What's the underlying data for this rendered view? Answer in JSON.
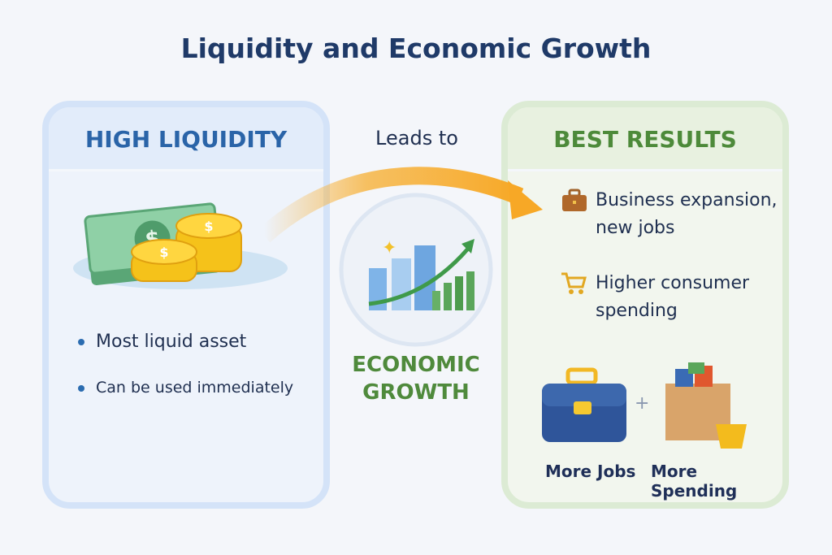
{
  "title": "Liquidity and Economic Growth",
  "left": {
    "heading": "HIGH LIQUIDITY",
    "bullets": [
      "Most liquid asset",
      "Can be used immediately"
    ],
    "icon": "cash-and-coins-icon"
  },
  "center": {
    "connector": "Leads to",
    "label_line1": "ECONOMIC",
    "label_line2": "GROWTH",
    "icon": "city-growth-chart-icon"
  },
  "right": {
    "heading": "BEST RESULTS",
    "results": [
      {
        "icon": "briefcase-icon",
        "line1": "Business expansion,",
        "line2": "new jobs"
      },
      {
        "icon": "shopping-cart-icon",
        "line1": "Higher consumer",
        "line2": "spending"
      }
    ],
    "captions": [
      "More Jobs",
      "More Spending"
    ],
    "plus": "+"
  },
  "colors": {
    "title": "#1f3a68",
    "left_accent": "#2a64a8",
    "right_accent": "#4d8a3a",
    "arrow": "#f7b23b"
  }
}
